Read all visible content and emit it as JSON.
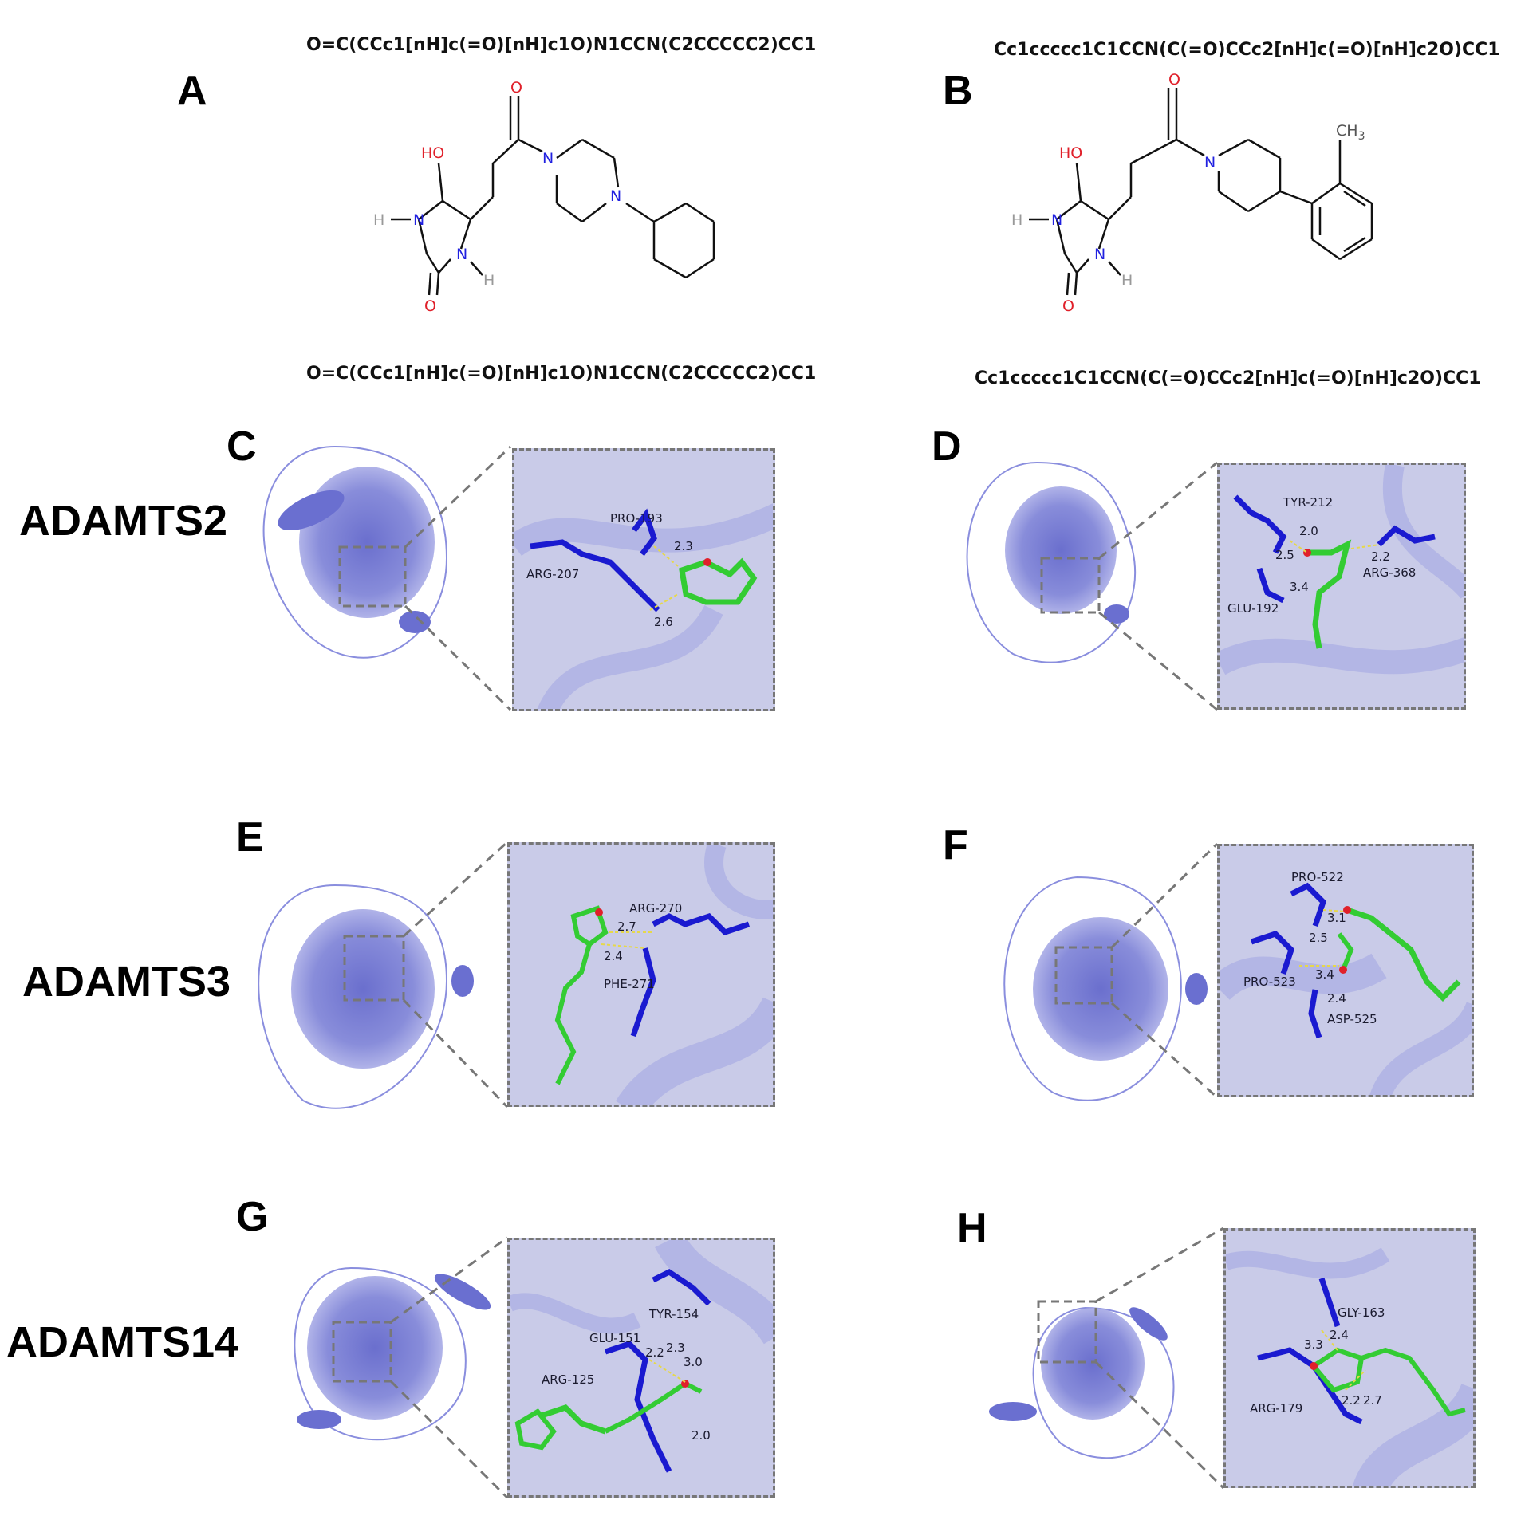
{
  "panels": {
    "A": {
      "letter": "A",
      "smiles_top": "O=C(CCc1[nH]c(=O)[nH]c1O)N1CCN(C2CCCCC2)CC1",
      "smiles_bottom": "O=C(CCc1[nH]c(=O)[nH]c1O)N1CCN(C2CCCCC2)CC1",
      "atoms": {
        "o_carbonyl": "O",
        "n_amide": "N",
        "n_amine": "N",
        "ho": "HO",
        "h1": "H",
        "n1": "N",
        "n2": "N",
        "h2": "H",
        "o_ring": "O"
      }
    },
    "B": {
      "letter": "B",
      "smiles_top": "Cc1ccccc1C1CCN(C(=O)CCc2[nH]c(=O)[nH]c2O)CC1",
      "smiles_bottom": "Cc1ccccc1C1CCN(C(=O)CCc2[nH]c(=O)[nH]c2O)CC1",
      "atoms": {
        "o_carbonyl": "O",
        "n_amide": "N",
        "ch3": "CH",
        "ch3_sub": "3",
        "ho": "HO",
        "h1": "H",
        "n1": "N",
        "n2": "N",
        "h2": "H",
        "o_ring": "O"
      }
    },
    "C": {
      "letter": "C",
      "residues": [
        "PRO-193",
        "ARG-207"
      ],
      "distances": [
        "2.3",
        "2.6"
      ]
    },
    "D": {
      "letter": "D",
      "residues": [
        "TYR-212",
        "ARG-368",
        "GLU-192"
      ],
      "distances": [
        "2.0",
        "2.5",
        "2.2",
        "3.4"
      ]
    },
    "E": {
      "letter": "E",
      "residues": [
        "ARG-270",
        "PHE-271"
      ],
      "distances": [
        "2.7",
        "2.4"
      ]
    },
    "F": {
      "letter": "F",
      "residues": [
        "PRO-522",
        "PRO-523",
        "ASP-525"
      ],
      "distances": [
        "3.1",
        "2.5",
        "3.4",
        "2.4"
      ]
    },
    "G": {
      "letter": "G",
      "residues": [
        "TYR-154",
        "GLU-151",
        "ARG-125"
      ],
      "distances": [
        "2.2",
        "2.3",
        "3.0",
        "2.0"
      ]
    },
    "H": {
      "letter": "H",
      "residues": [
        "GLY-163",
        "ARG-179"
      ],
      "distances": [
        "3.3",
        "2.4",
        "2.2",
        "2.7"
      ]
    }
  },
  "proteins": {
    "row1": "ADAMTS2",
    "row2": "ADAMTS3",
    "row3": "ADAMTS14"
  },
  "colors": {
    "protein_cartoon": "#7b80d6",
    "residue": "#1a1ad0",
    "ligand": "#33cc33",
    "oxygen": "#e0202a",
    "nitrogen": "#2020e0",
    "hbond": "#e6d84a",
    "zoom_bg": "#c9cbe8"
  }
}
